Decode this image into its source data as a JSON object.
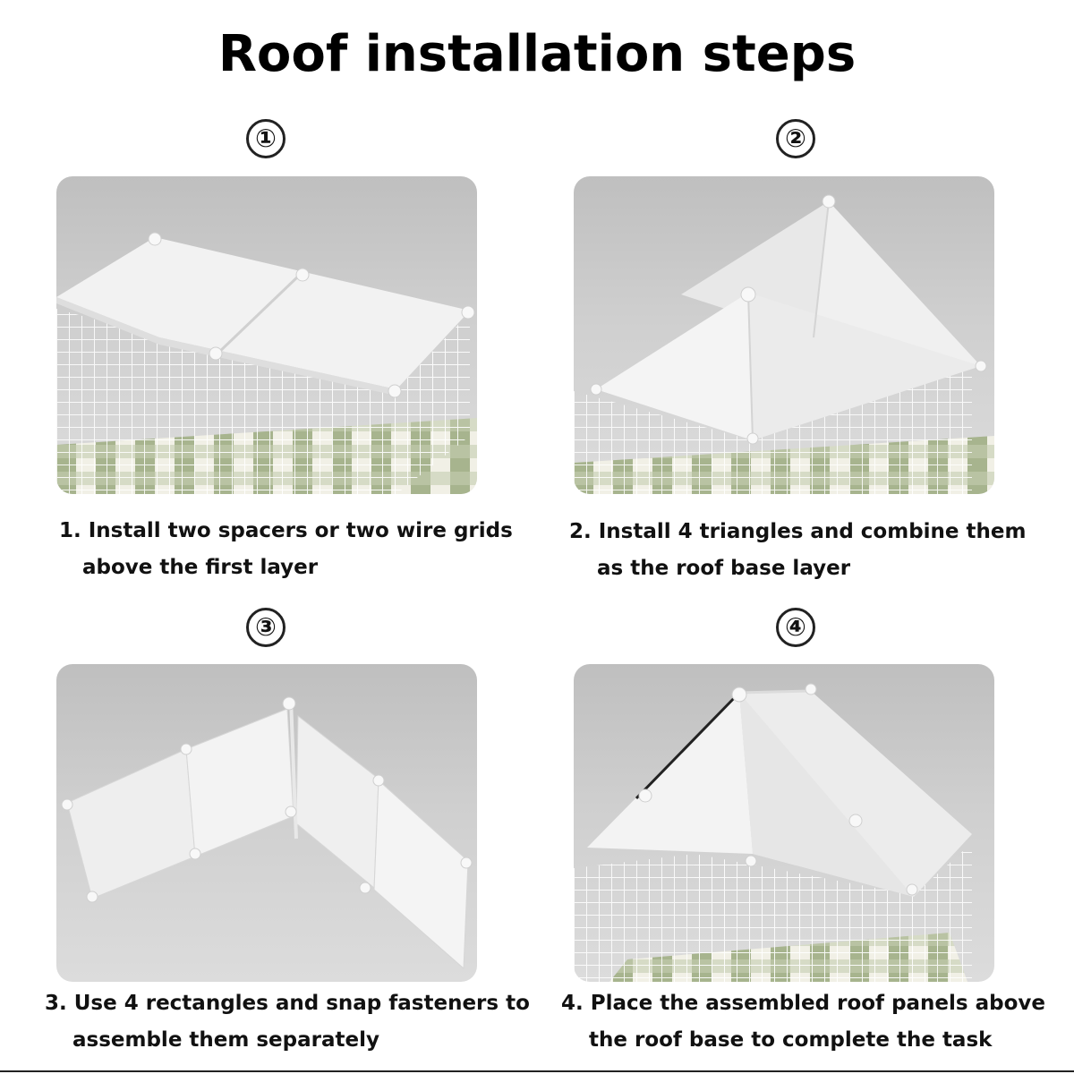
{
  "title": "Roof installation steps",
  "steps": [
    {
      "number": "①",
      "line1": "1. Install two spacers or two wire grids",
      "line2": "above the first layer"
    },
    {
      "number": "②",
      "line1": "2. Install 4 triangles and combine them",
      "line2": "as the roof base layer"
    },
    {
      "number": "③",
      "line1": "3. Use 4 rectangles and snap fasteners to",
      "line2": "assemble them separately"
    },
    {
      "number": "④",
      "line1": "4. Place the assembled roof panels above",
      "line2": "the roof base to complete the task"
    }
  ]
}
